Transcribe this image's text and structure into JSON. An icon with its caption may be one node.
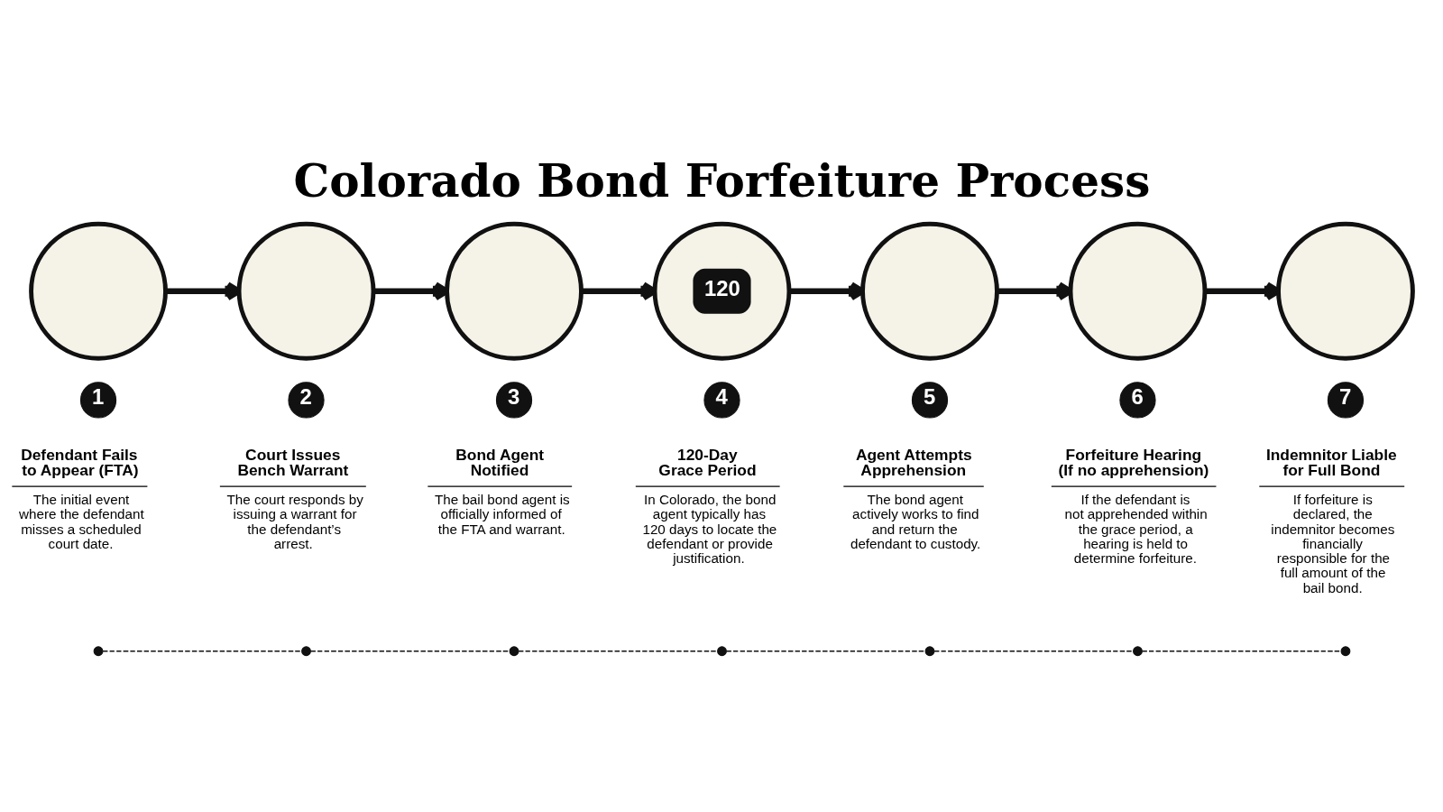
{
  "diagram": {
    "title": "Colorado Bond Forfeiture Process",
    "nodes": [
      {
        "text": [],
        "shape": "circle"
      },
      {
        "text": [],
        "shape": "circle"
      },
      {
        "text": [],
        "shape": "circle"
      },
      {
        "text": [
          "120"
        ]
      },
      {
        "text": [],
        "shape": "circle"
      },
      {
        "text": [],
        "shape": "circle"
      },
      {
        "text": [],
        "shape": "circle"
      },
      {
        "text": [
          "1"
        ],
        "beside": [
          "Defendant Fails to Appear (FTA)",
          "The initial event where the defendant misses a scheduled court date."
        ]
      },
      {
        "text": [
          "2"
        ],
        "beside": [
          "Court Issues Bench Warrant",
          "The court responds by issuing a warrant for the defendant’s arrest."
        ]
      },
      {
        "text": [
          "3"
        ],
        "beside": [
          "Bond Agent Notified",
          "The bail bond agent is officially informed of the FTA and warrant."
        ]
      },
      {
        "text": [
          "4"
        ],
        "beside": [
          "120-Day Grace Period",
          "In Colorado, the bond agent typically has 120 days to locate the defendant or provide justification."
        ]
      },
      {
        "text": [
          "5"
        ],
        "beside": [
          "Agent Attempts Apprehension",
          "The bond agent actively works to find and return the defendant to custody."
        ]
      },
      {
        "text": [
          "6"
        ],
        "beside": [
          "Forfeiture Hearing (If no apprehension)",
          "If the defendant is not apprehended within the grace period, a hearing is held to determine forfeiture."
        ]
      },
      {
        "text": [
          "7"
        ],
        "beside": [
          "Indemnitor Liable for Full Bond",
          "If forfeiture is declared, the indemnitor becomes financially responsible for the full amount of the bail bond."
        ]
      },
      {
        "text": [],
        "shape": "circle"
      },
      {
        "text": [],
        "shape": "circle"
      },
      {
        "text": [],
        "shape": "circle"
      },
      {
        "text": [],
        "shape": "circle"
      },
      {
        "text": [],
        "shape": "circle"
      },
      {
        "text": [],
        "shape": "circle"
      },
      {
        "text": [],
        "shape": "circle"
      }
    ],
    "edges": [
      {
        "from": 0,
        "to": 1,
        "arrow": "to",
        "style": "thick"
      },
      {
        "from": 1,
        "to": 2,
        "arrow": "to",
        "style": "thick"
      },
      {
        "from": 2,
        "to": 3,
        "arrow": "to",
        "style": "thick"
      },
      {
        "from": 3,
        "to": 4,
        "arrow": "to",
        "style": "thick"
      },
      {
        "from": 4,
        "to": 5,
        "arrow": "to",
        "style": "thick"
      },
      {
        "from": 5,
        "to": 6,
        "arrow": "to",
        "style": "thick"
      },
      {
        "from": 14,
        "to": 15,
        "arrow": "none",
        "style": "dashed"
      },
      {
        "from": 15,
        "to": 16,
        "arrow": "none",
        "style": "dashed"
      },
      {
        "from": 16,
        "to": 17,
        "arrow": "none",
        "style": "dashed"
      },
      {
        "from": 17,
        "to": 18,
        "arrow": "none",
        "style": "dashed"
      },
      {
        "from": 18,
        "to": 19,
        "arrow": "none",
        "style": "dashed"
      },
      {
        "from": 19,
        "to": 20,
        "arrow": "none",
        "style": "dashed"
      }
    ]
  }
}
